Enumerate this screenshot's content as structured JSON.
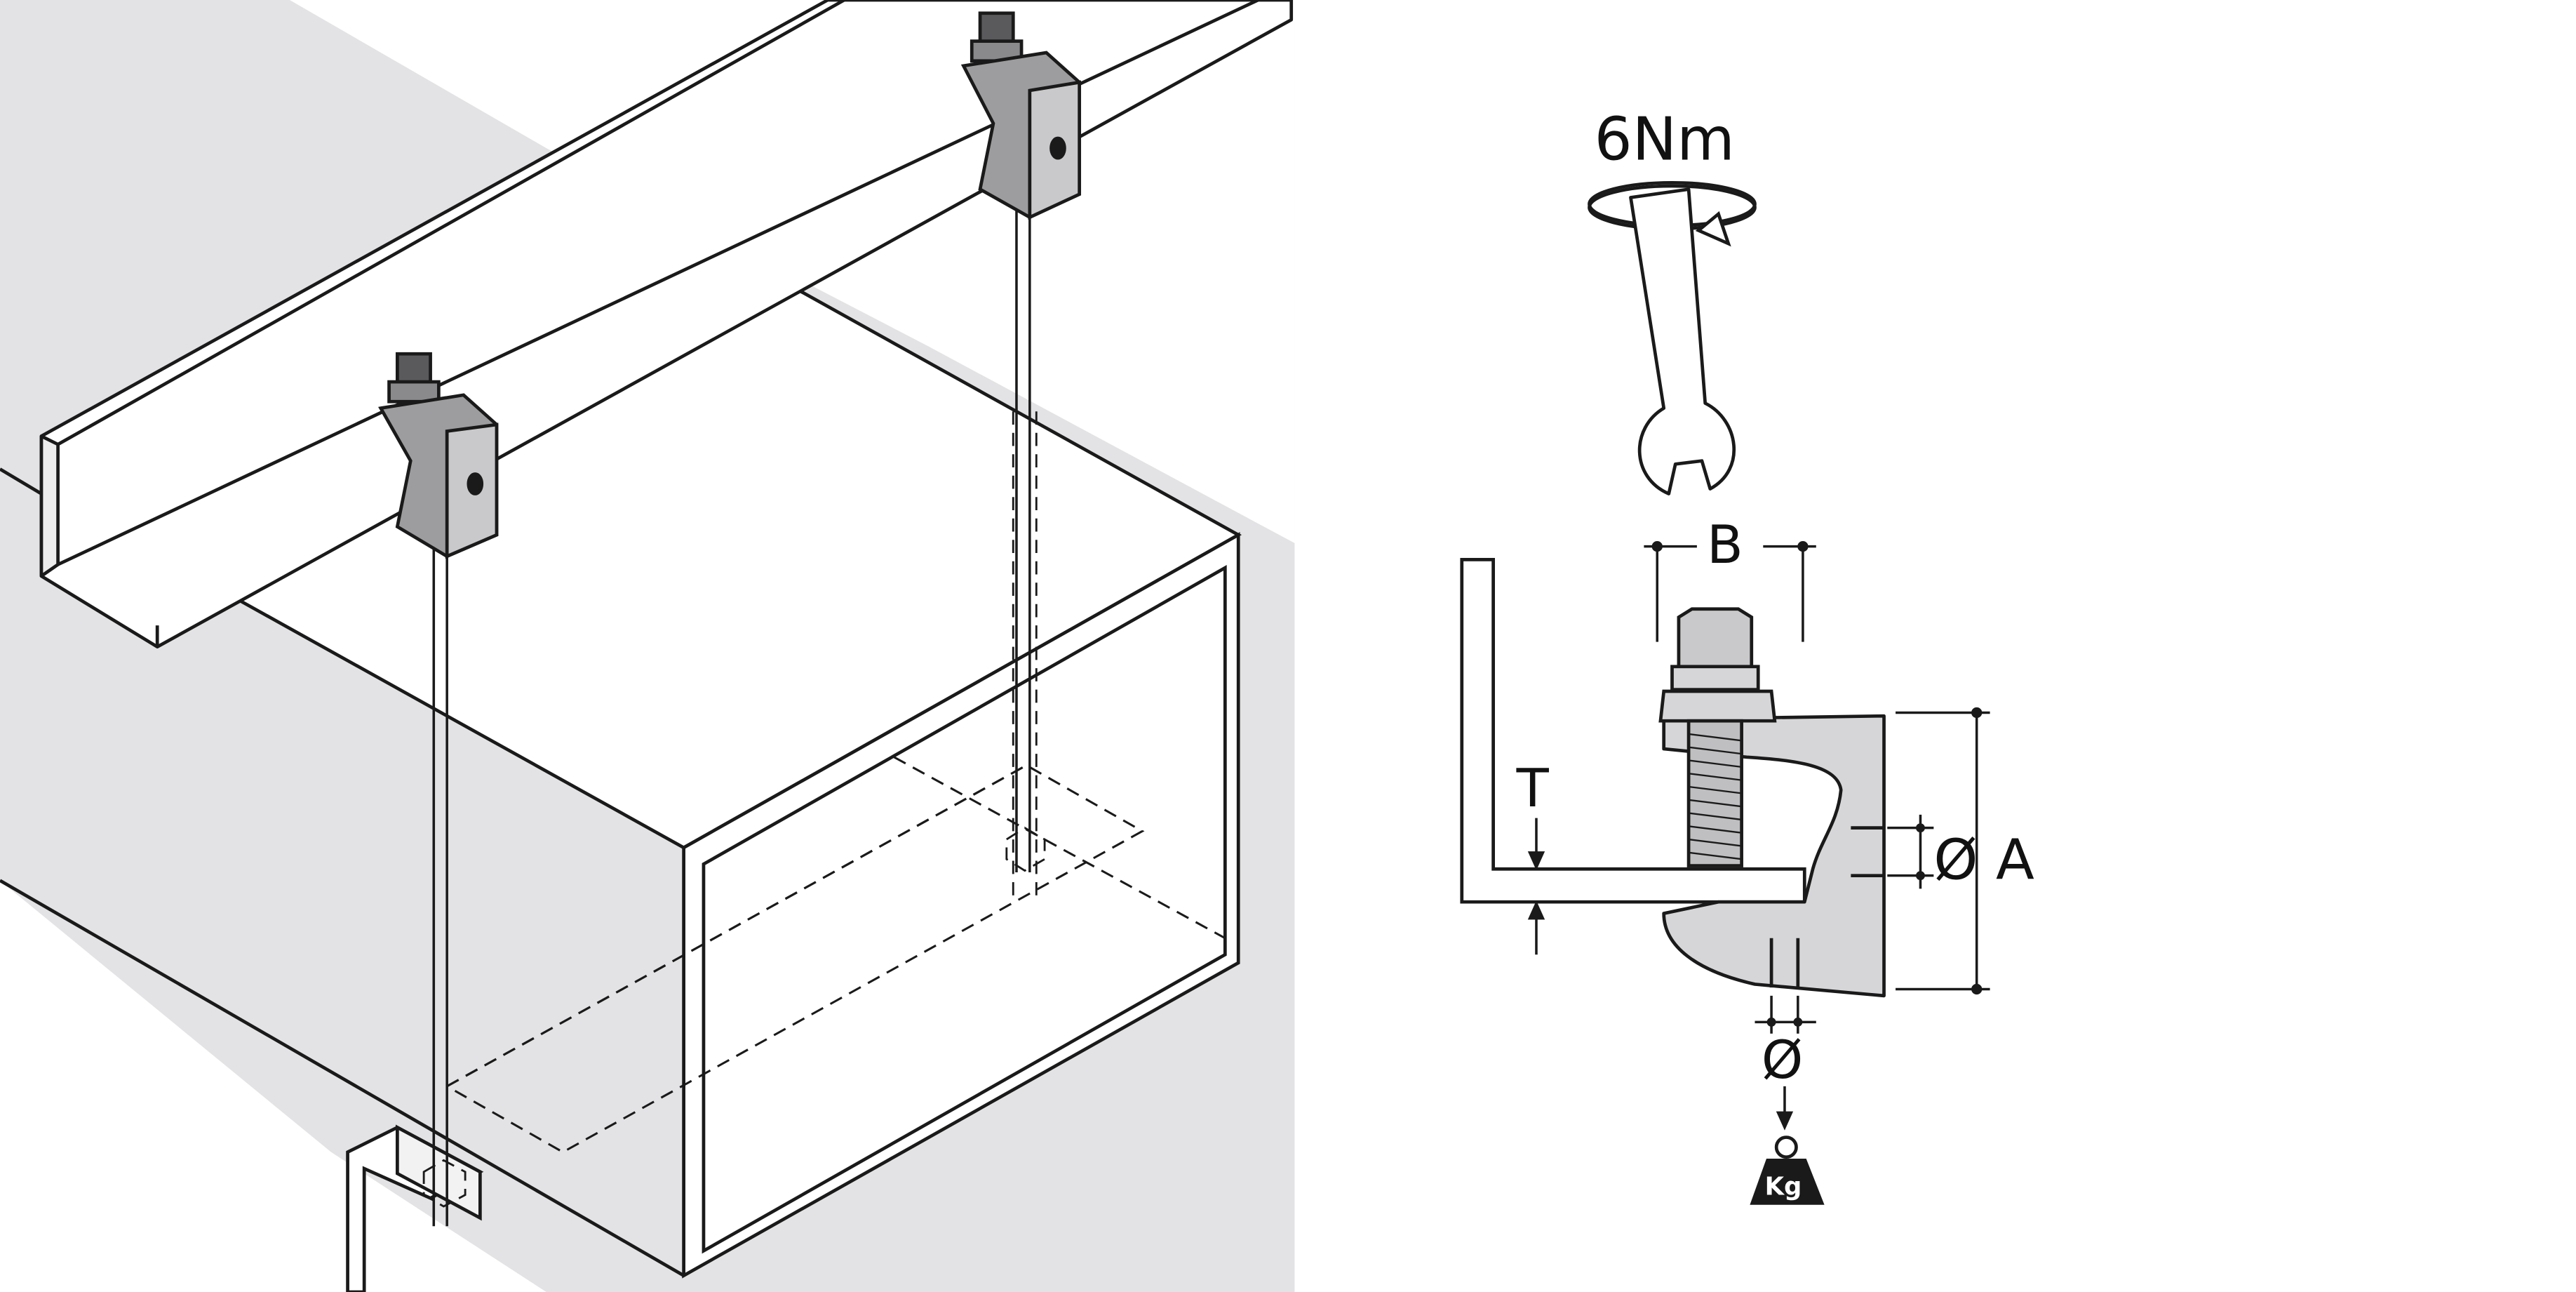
{
  "torque_label": "6Nm",
  "dimension_b_label": "B",
  "thickness_label": "T",
  "diameter_a_label": "Ø A",
  "diameter_label": "Ø",
  "weight_label": "Kg",
  "colors": {
    "background_panel": "#e3e3e5",
    "line": "#1a1a1a",
    "clamp_fill": "#d6d6d8",
    "clamp_dark": "#8a8a8c",
    "weight_fill": "#1a1a1a"
  }
}
